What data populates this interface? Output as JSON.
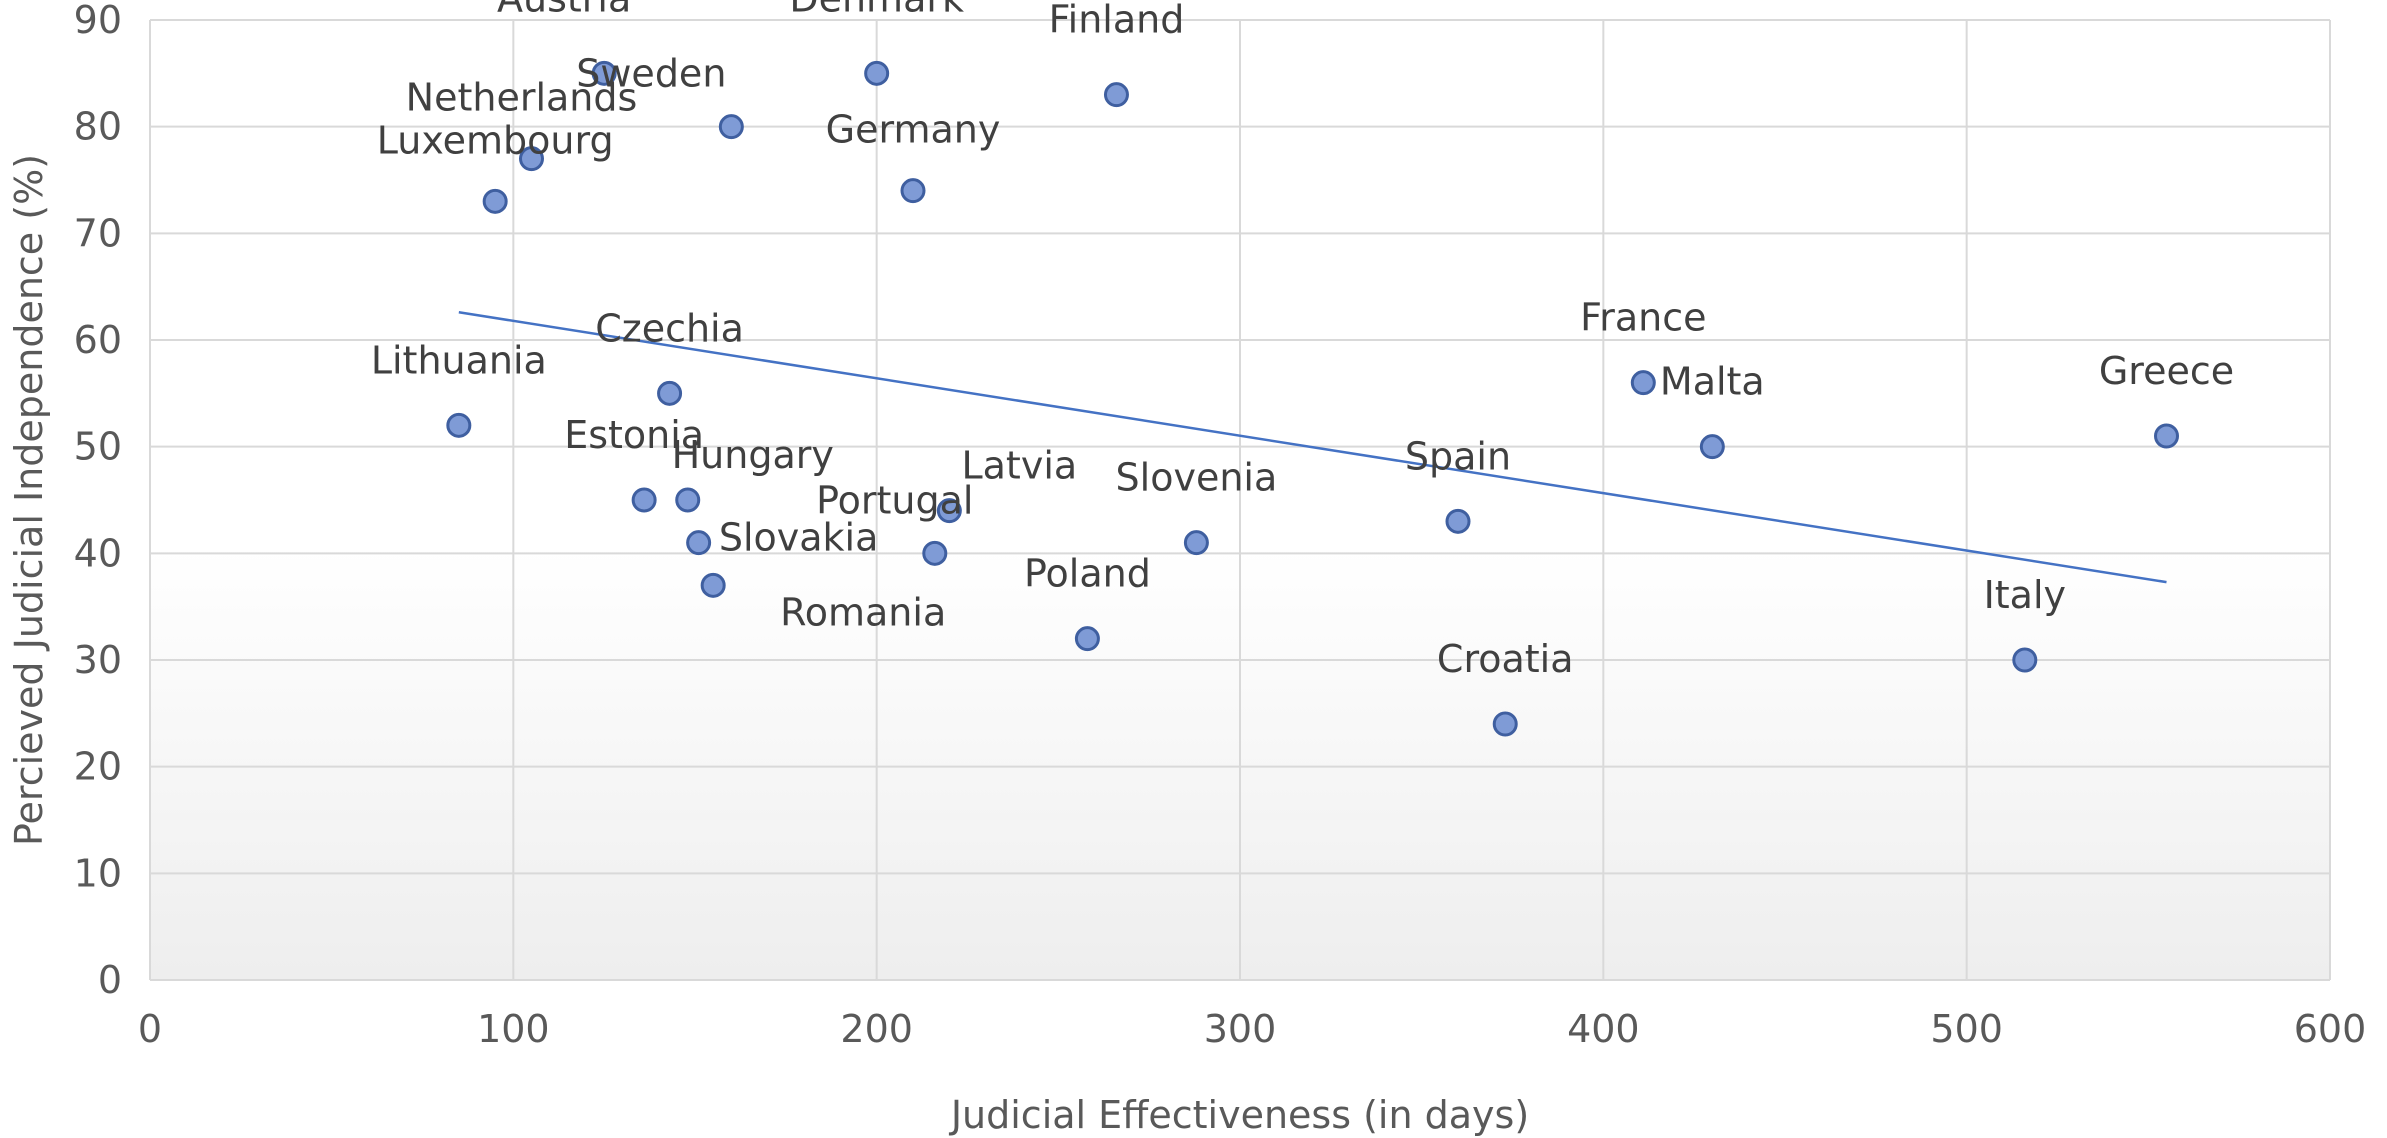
{
  "chart_data": {
    "type": "scatter",
    "xlabel": "Judicial Effectiveness (in days)",
    "ylabel": "Percieved Judicial Independence (%)",
    "xlim": [
      0,
      600
    ],
    "ylim": [
      0,
      90
    ],
    "x_ticks": [
      0,
      100,
      200,
      300,
      400,
      500,
      600
    ],
    "y_ticks": [
      0,
      10,
      20,
      30,
      40,
      50,
      60,
      70,
      80,
      90
    ],
    "grid": true,
    "trendline": {
      "type": "linear",
      "x_start": 85,
      "y_start": 62.6,
      "x_end": 555,
      "y_end": 37.3
    },
    "points": [
      {
        "label": "Austria",
        "x": 125,
        "y": 85
      },
      {
        "label": "Denmark",
        "x": 200,
        "y": 85
      },
      {
        "label": "Finland",
        "x": 266,
        "y": 83
      },
      {
        "label": "Sweden",
        "x": 160,
        "y": 80
      },
      {
        "label": "Netherlands",
        "x": 105,
        "y": 77
      },
      {
        "label": "Luxembourg",
        "x": 95,
        "y": 73
      },
      {
        "label": "Germany",
        "x": 210,
        "y": 74
      },
      {
        "label": "Czechia",
        "x": 143,
        "y": 55
      },
      {
        "label": "Lithuania",
        "x": 85,
        "y": 52
      },
      {
        "label": "France",
        "x": 411,
        "y": 56
      },
      {
        "label": "Malta",
        "x": 430,
        "y": 50
      },
      {
        "label": "Greece",
        "x": 555,
        "y": 51
      },
      {
        "label": "Estonia",
        "x": 136,
        "y": 45
      },
      {
        "label": "Hungary",
        "x": 148,
        "y": 45
      },
      {
        "label": "Latvia",
        "x": 220,
        "y": 44
      },
      {
        "label": "Portugal",
        "x": 216,
        "y": 40
      },
      {
        "label": "Slovakia",
        "x": 151,
        "y": 41
      },
      {
        "label": "Romania",
        "x": 155,
        "y": 37
      },
      {
        "label": "Slovenia",
        "x": 288,
        "y": 41
      },
      {
        "label": "Spain",
        "x": 360,
        "y": 43
      },
      {
        "label": "Poland",
        "x": 258,
        "y": 32
      },
      {
        "label": "Croatia",
        "x": 373,
        "y": 24
      },
      {
        "label": "Italy",
        "x": 516,
        "y": 30
      }
    ]
  }
}
